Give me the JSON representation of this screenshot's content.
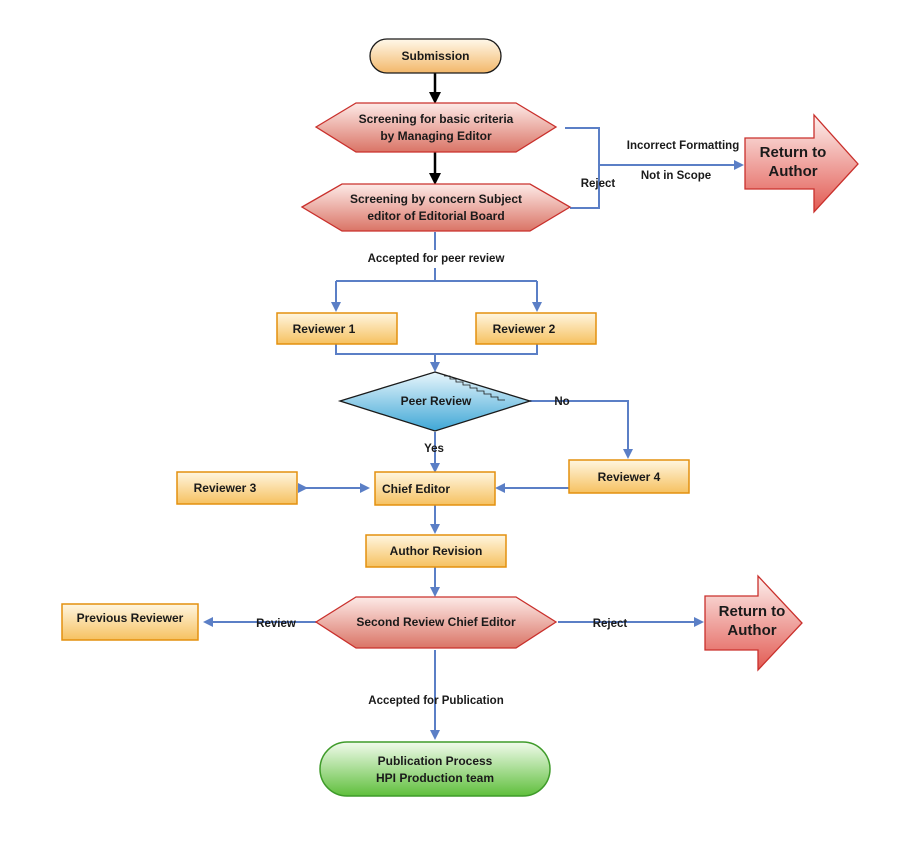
{
  "nodes": {
    "submission": "Submission",
    "screening_basic_line1": "Screening for basic criteria",
    "screening_basic_line2": "by Managing Editor",
    "screening_subject_line1": "Screening by concern Subject",
    "screening_subject_line2": "editor of Editorial Board",
    "return_author_top_line1": "Return to",
    "return_author_top_line2": "Author",
    "reviewer1": "Reviewer 1",
    "reviewer2": "Reviewer 2",
    "peer_review": "Peer Review",
    "reviewer3": "Reviewer 3",
    "chief_editor": "Chief Editor",
    "reviewer4": "Reviewer 4",
    "author_revision": "Author Revision",
    "previous_reviewer": "Previous Reviewer",
    "second_review": "Second Review Chief Editor",
    "return_author_bottom_line1": "Return to",
    "return_author_bottom_line2": "Author",
    "publication_line1": "Publication Process",
    "publication_line2": "HPI Production team"
  },
  "edges": {
    "incorrect_formatting": "Incorrect Formatting",
    "not_in_scope": "Not in Scope",
    "reject_top": "Reject",
    "accepted_peer_review": "Accepted for peer review",
    "no": "No",
    "yes": "Yes",
    "review": "Review",
    "reject_bottom": "Reject",
    "accepted_publication": "Accepted for Publication"
  },
  "colors": {
    "orange_fill_top": "#fff3d6",
    "orange_fill_bottom": "#f7c56a",
    "orange_stroke": "#e3900f",
    "red_fill_light": "#fde2df",
    "red_fill_dark": "#de7b6e",
    "red_stroke": "#c9302c",
    "blue_fill_light": "#dff2fb",
    "blue_fill_dark": "#47aedb",
    "green_fill_light": "#e7f7df",
    "green_fill_dark": "#6fc64c",
    "green_stroke": "#3f9b2a",
    "connector": "#5b7fc6"
  }
}
